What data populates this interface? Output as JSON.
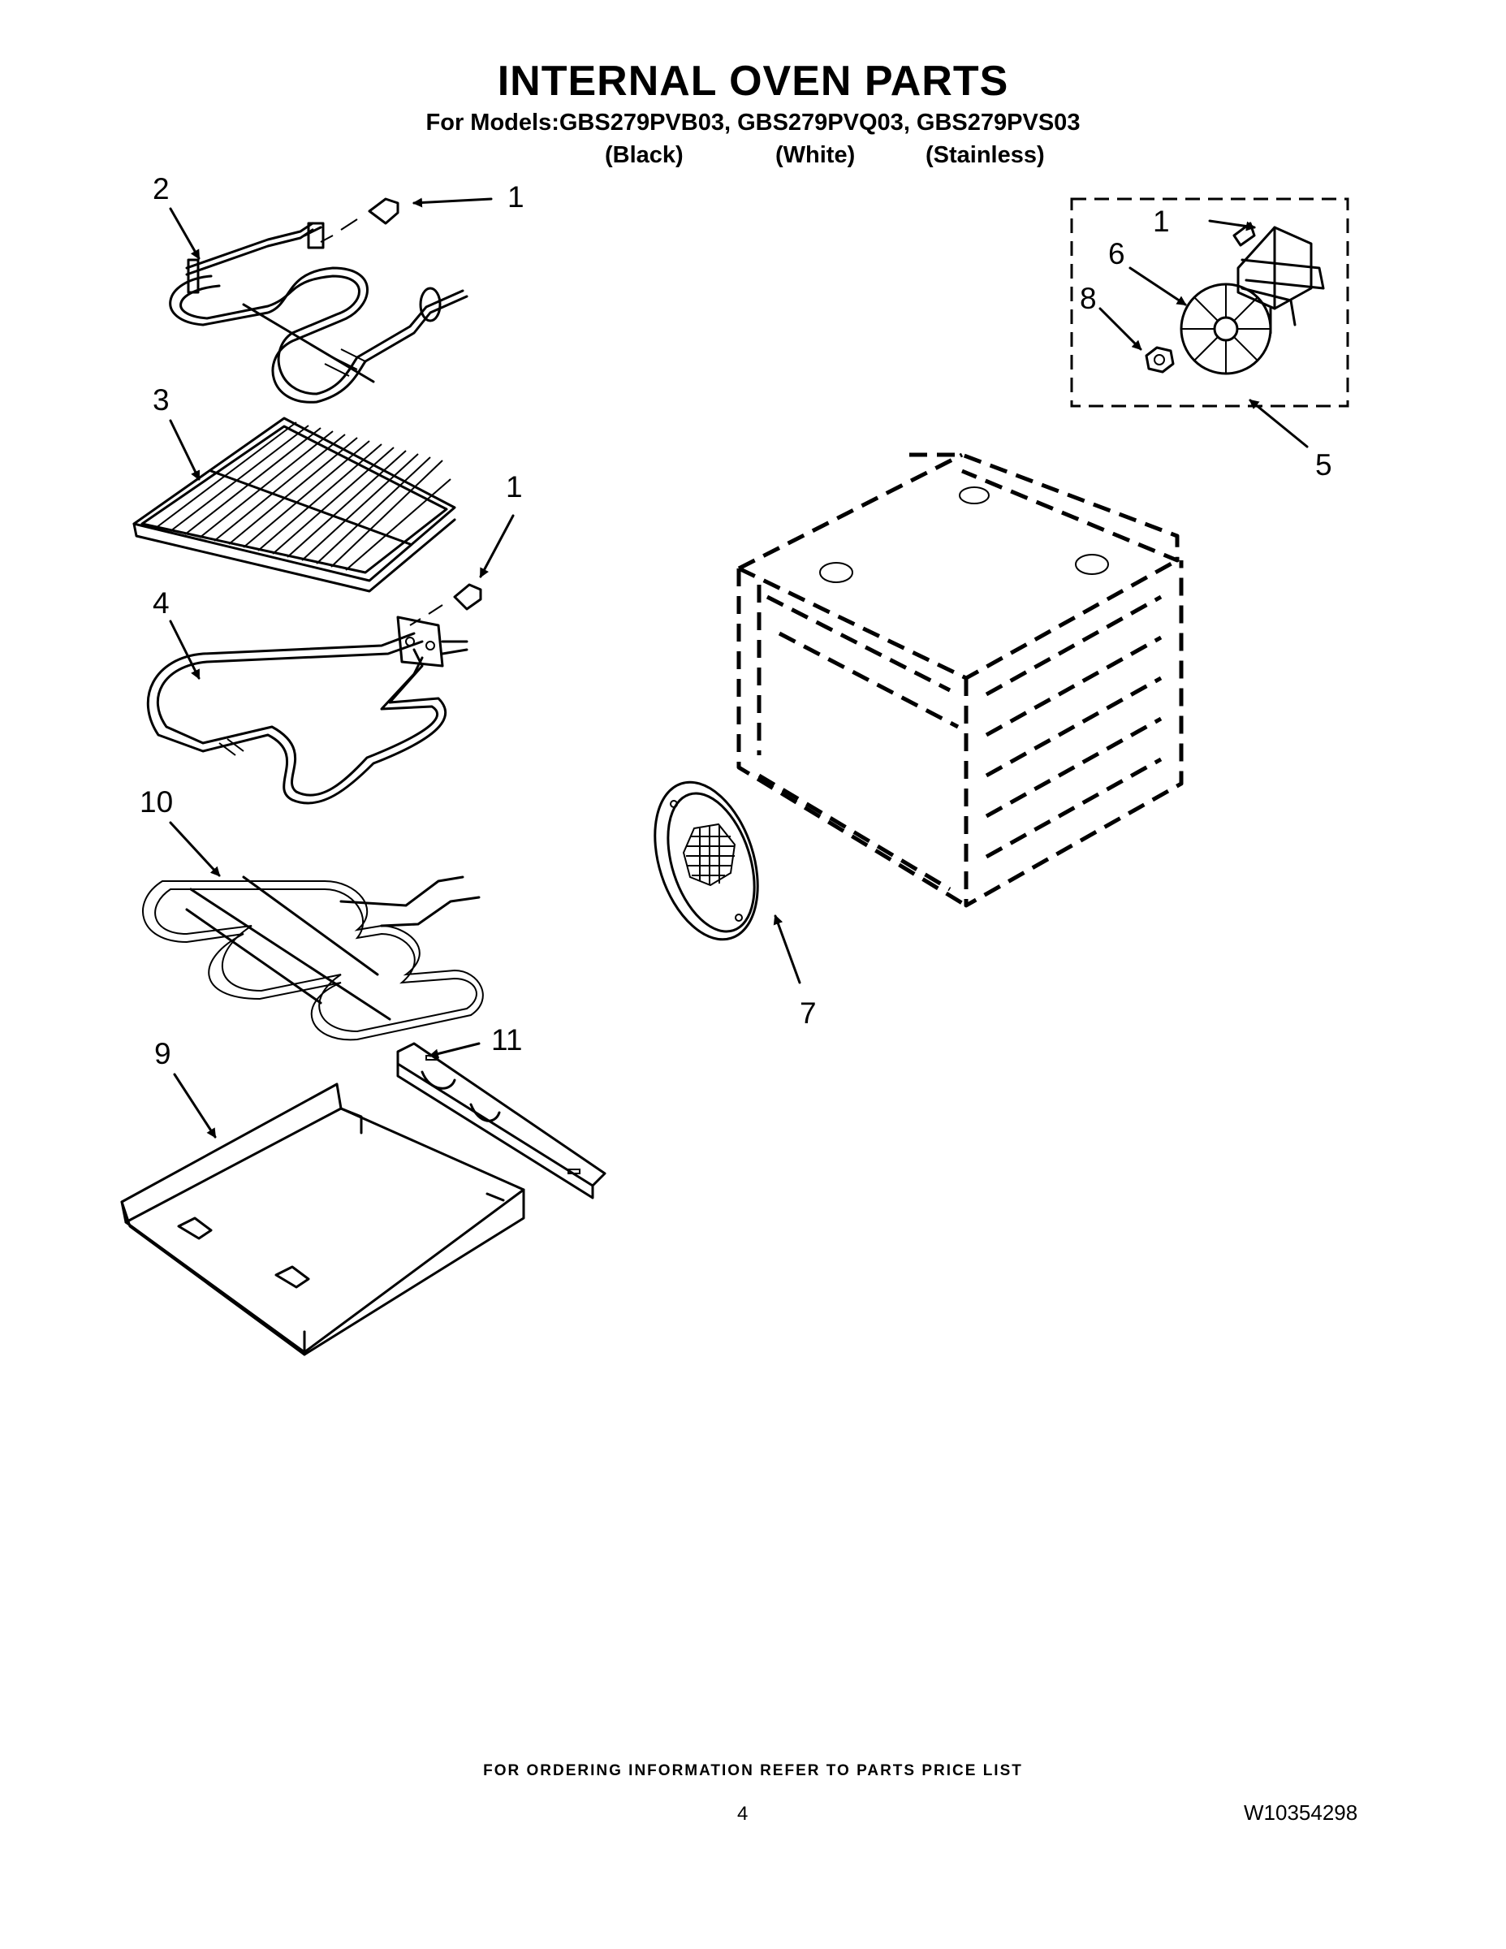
{
  "header": {
    "title": "INTERNAL OVEN PARTS",
    "models_line": "For Models:GBS279PVB03, GBS279PVQ03, GBS279PVS03",
    "color_labels": [
      "(Black)",
      "(White)",
      "(Stainless)"
    ]
  },
  "callouts": [
    "1",
    "2",
    "1",
    "3",
    "4",
    "10",
    "9",
    "11",
    "1",
    "6",
    "8",
    "5",
    "7"
  ],
  "footer": {
    "ordering_note": "FOR ORDERING INFORMATION REFER TO PARTS PRICE LIST",
    "page_number": "4",
    "document_number": "W10354298"
  }
}
